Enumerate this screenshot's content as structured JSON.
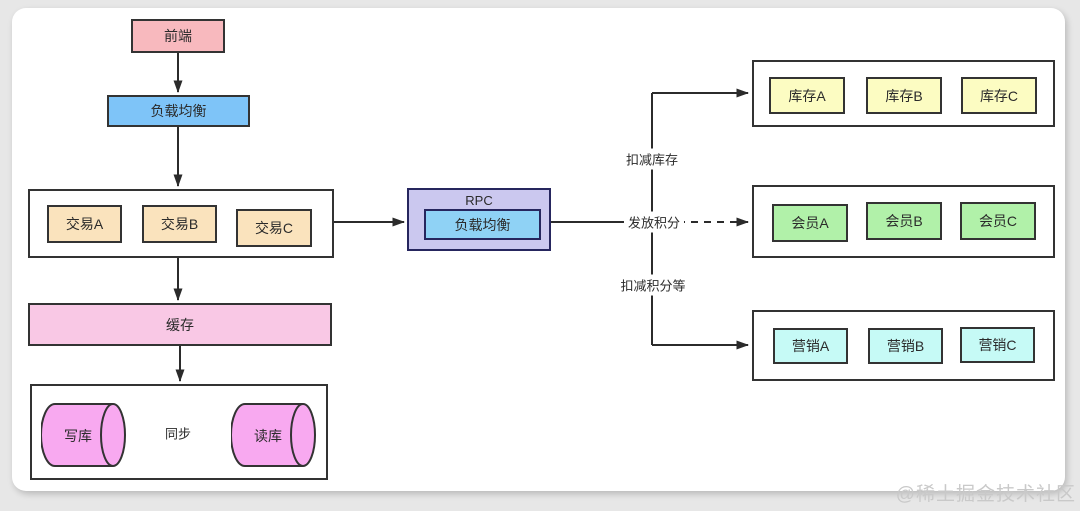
{
  "nodes": {
    "frontend": "前端",
    "load_balancer": "负载均衡",
    "trades": [
      "交易A",
      "交易B",
      "交易C"
    ],
    "cache": "缓存",
    "write_db": "写库",
    "read_db": "读库",
    "rpc_title": "RPC",
    "rpc_inner": "负载均衡",
    "inventory": [
      "库存A",
      "库存B",
      "库存C"
    ],
    "members": [
      "会员A",
      "会员B",
      "会员C"
    ],
    "marketing": [
      "营销A",
      "营销B",
      "营销C"
    ]
  },
  "edge_labels": {
    "sync": "同步",
    "deduct_inventory": "扣减库存",
    "grant_points": "发放积分",
    "deduct_points": "扣减积分等"
  },
  "watermark": "@稀土掘金技术社区",
  "colors": {
    "frontend_fill": "#F8B9BE",
    "load_balancer_fill": "#7EC4F8",
    "trade_fill": "#FAE3BD",
    "cache_fill": "#F9C8E5",
    "db_cylinder_fill": "#F8A9F0",
    "rpc_fill": "#CBC8EF",
    "rpc_inner_fill": "#8FD2F5",
    "inventory_fill": "#FCFCC2",
    "member_fill": "#B1F1A9",
    "marketing_fill": "#C6FAF6",
    "connector": "#2b2b2b"
  }
}
